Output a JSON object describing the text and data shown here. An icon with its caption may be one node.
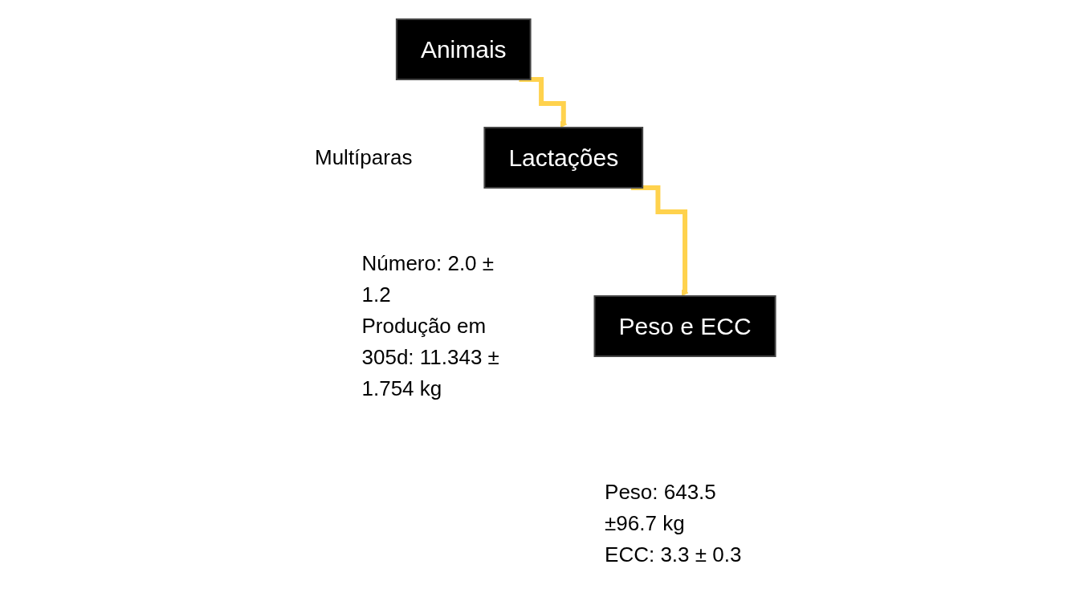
{
  "diagram": {
    "nodes": [
      {
        "text": [
          "Animais"
        ],
        "beside": [
          "Multíparas"
        ]
      },
      {
        "text": [
          "Lactações"
        ],
        "beside": [
          "Número: 2.0 ± 1.2",
          "Produção em 305d: 11.343 ± 1.754 kg"
        ]
      },
      {
        "text": [
          "Peso e ECC"
        ],
        "beside": [
          "Peso: 643.5 ±96.7 kg",
          "ECC: 3.3 ± 0.3"
        ]
      }
    ],
    "edges": [
      {
        "from": 0,
        "to": 1,
        "arrow": "to"
      },
      {
        "from": 1,
        "to": 2,
        "arrow": "to"
      }
    ]
  }
}
